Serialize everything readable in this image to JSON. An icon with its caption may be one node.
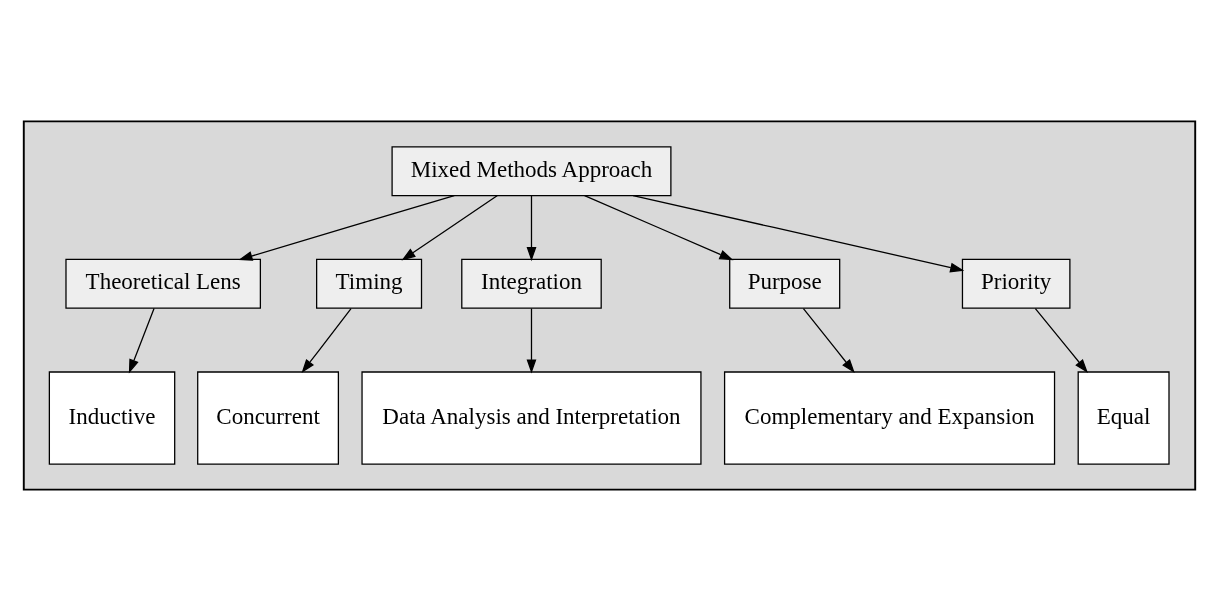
{
  "diagram": {
    "nodes": [
      {
        "text": [],
        "shape": "box"
      },
      {
        "text": [
          "Mixed Methods Approach"
        ],
        "in": 0
      },
      {
        "text": [
          "Theoretical Lens"
        ],
        "in": 0
      },
      {
        "text": [
          "Timing"
        ],
        "in": 0
      },
      {
        "text": [
          "Integration"
        ],
        "in": 0
      },
      {
        "text": [
          "Purpose"
        ],
        "in": 0
      },
      {
        "text": [
          "Priority"
        ],
        "in": 0
      },
      {
        "text": [
          "Inductive"
        ],
        "in": 0
      },
      {
        "text": [
          "Concurrent"
        ],
        "in": 0
      },
      {
        "text": [
          "Data Analysis and Interpretation"
        ],
        "in": 0
      },
      {
        "text": [
          "Complementary and Expansion"
        ],
        "in": 0
      },
      {
        "text": [
          "Equal"
        ],
        "in": 0
      }
    ],
    "edges": [
      {
        "from": 1,
        "to": 2,
        "arrow": "to"
      },
      {
        "from": 1,
        "to": 3,
        "arrow": "to"
      },
      {
        "from": 1,
        "to": 4,
        "arrow": "to"
      },
      {
        "from": 1,
        "to": 5,
        "arrow": "to"
      },
      {
        "from": 1,
        "to": 6,
        "arrow": "to"
      },
      {
        "from": 2,
        "to": 7,
        "arrow": "to"
      },
      {
        "from": 3,
        "to": 8,
        "arrow": "to"
      },
      {
        "from": 4,
        "to": 9,
        "arrow": "to"
      },
      {
        "from": 5,
        "to": 10,
        "arrow": "to"
      },
      {
        "from": 6,
        "to": 11,
        "arrow": "to"
      }
    ]
  }
}
